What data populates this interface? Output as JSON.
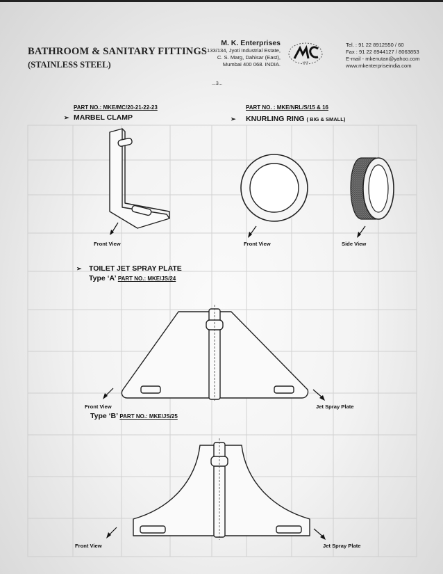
{
  "header": {
    "title_line1": "BATHROOM & SANITARY FITTINGS",
    "title_line2": "(STAINLESS STEEL)",
    "company": "M. K. Enterprises",
    "address": [
      "133/134, Jyoti Industrial Estate,",
      "C. S. Marg, Dahisar (East),",
      "Mumbai 400 068. INDIA."
    ],
    "logo_text": "MKE",
    "contact": [
      "Tel. : 91 22 8912550 / 60",
      "Fax : 91 22 8944127 / 8063853",
      "E-mail - mkenutan@yahoo.com",
      "www.mkenterpriseindia.com"
    ]
  },
  "page_number": "...3...",
  "products": {
    "marbel_clamp": {
      "part_no": "PART NO.: MKE/MC/20-21-22-23",
      "name": "MARBEL CLAMP",
      "view_label": "Front View"
    },
    "knurling_ring": {
      "part_no": "PART NO. : MKE/NRL/S/15 & 16",
      "name": "KNURLING RING",
      "size_note": "( BIG & SMALL)",
      "front_label": "Front View",
      "side_label": "Side View"
    },
    "jet_spray_plate": {
      "name": "TOILET JET SPRAY PLATE",
      "type_a_label": "Type ‘A’",
      "type_a_part": "PART NO.: MKE/JS/24",
      "type_b_label": "Type ‘B’",
      "type_b_part": "PART NO.: MKE/JS/25",
      "a_front_label": "Front View",
      "a_right_label": "Jet Spray Plate",
      "b_front_label": "Front View",
      "b_right_label": "Jet Spray Plate"
    }
  },
  "bullets": {
    "arrow": "➢",
    "arrow_small": "➢"
  }
}
